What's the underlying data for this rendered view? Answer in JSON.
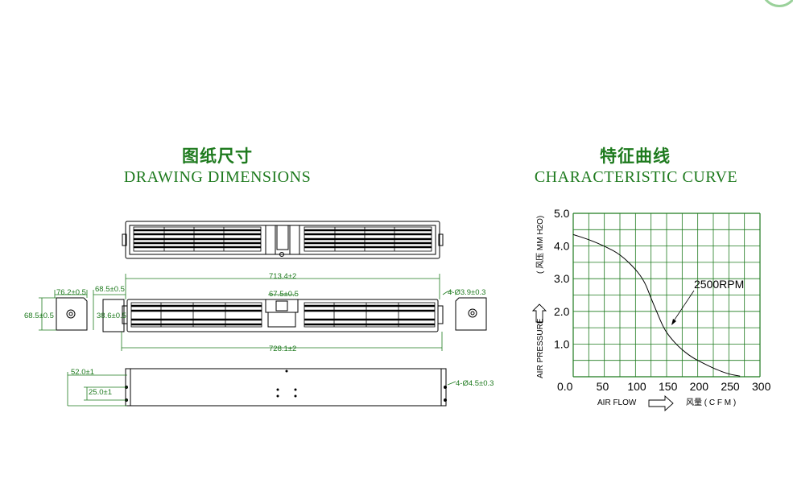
{
  "drawing": {
    "title_cn": "图纸尺寸",
    "title_en": "DRAWING DIMENSIONS",
    "dims": {
      "d_713": "713.4±2",
      "d_728": "728.1±2",
      "d_67": "67.5±0.5",
      "d_762": "76.2±0.5",
      "d_685a": "68.5±0.5",
      "d_685b": "68.5±0.5",
      "d_386": "38.6±0.5",
      "d_hole39": "4-Ø3.9±0.3",
      "d_52": "52.0±1",
      "d_25": "25.0±1",
      "d_hole45": "4-Ø4.5±0.3"
    }
  },
  "curve": {
    "title_cn": "特征曲线",
    "title_en": "CHARACTERISTIC CURVE",
    "rpm_label": "2500RPM",
    "y_axis_label_en": "AIR PRESSURE",
    "y_axis_label_cn": "( 风压  MM H2O)",
    "x_axis_label_en": "AIR FLOW",
    "x_axis_label_cn": "风量 ( C F M )"
  },
  "chart_data": {
    "type": "line",
    "title": "CHARACTERISTIC CURVE",
    "xlabel": "AIR FLOW",
    "ylabel": "AIR PRESSURE",
    "xlim": [
      0,
      300
    ],
    "ylim": [
      0,
      5
    ],
    "x_ticks": [
      "0.0",
      "50",
      "100",
      "150",
      "200",
      "250",
      "300"
    ],
    "y_ticks": [
      "1.0",
      "2.0",
      "3.0",
      "4.0",
      "5.0"
    ],
    "grid": true,
    "series": [
      {
        "name": "2500RPM",
        "x": [
          0,
          25,
          50,
          75,
          100,
          115,
          125,
          135,
          145,
          155,
          170,
          190,
          210,
          230,
          250,
          268
        ],
        "values": [
          4.35,
          4.2,
          4.0,
          3.75,
          3.3,
          2.9,
          2.4,
          1.95,
          1.5,
          1.22,
          0.9,
          0.6,
          0.4,
          0.22,
          0.08,
          0.02
        ]
      }
    ],
    "colors": {
      "grid": "#1e7a1e",
      "curve": "#000000",
      "dimension": "#1e7a1e"
    }
  }
}
